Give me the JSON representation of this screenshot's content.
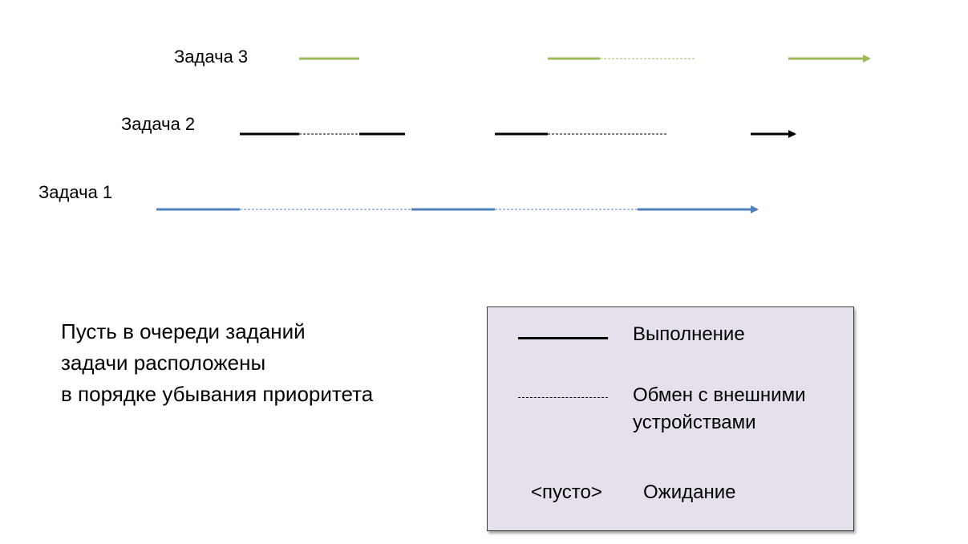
{
  "tasks": [
    {
      "id": "task3",
      "label": "Задача 3",
      "color": "#9bbb59"
    },
    {
      "id": "task2",
      "label": "Задача 2",
      "color": "#000000"
    },
    {
      "id": "task1",
      "label": "Задача 1",
      "color": "#4f81bd"
    }
  ],
  "note": {
    "lines": [
      "Пусть в очереди заданий",
      "задачи расположены",
      "в порядке убывания приоритета"
    ]
  },
  "legend": {
    "execution": "Выполнение",
    "io_line1": "Обмен с внешними",
    "io_line2": "устройствами",
    "empty_symbol": "<пусто>",
    "waiting": "Ожидание"
  }
}
